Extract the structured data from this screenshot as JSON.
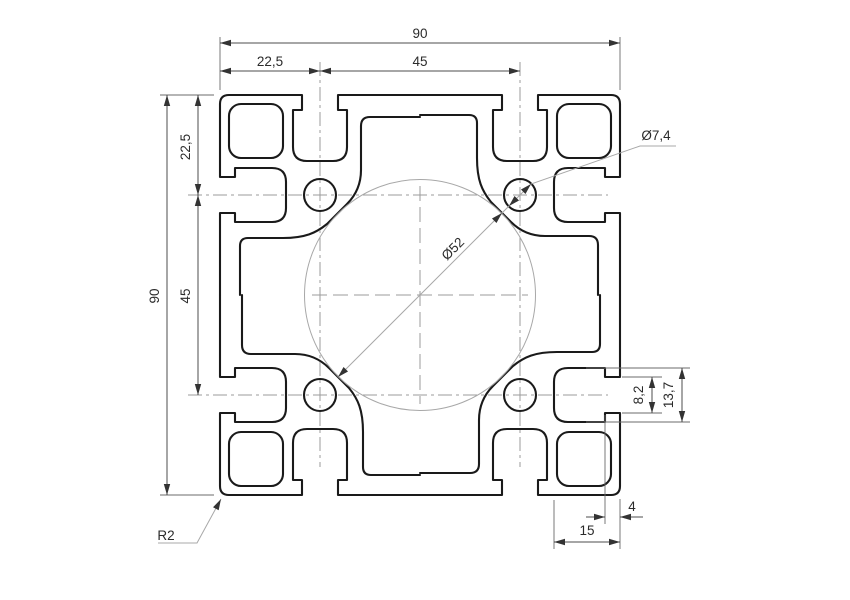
{
  "drawing": {
    "type": "technical-cross-section",
    "subject": "aluminium extrusion profile 90x90 with T-slots",
    "units_style": "comma-decimal",
    "dims": {
      "overall_width": "90",
      "overall_height": "90",
      "slot_offset_top": "22,5",
      "slot_spacing_top": "45",
      "slot_offset_left": "22,5",
      "slot_spacing_left": "45",
      "hole_diameter": "Ø7,4",
      "core_diameter": "Ø52",
      "slot_opening": "8,2",
      "slot_pocket_width": "13,7",
      "wall_thickness": "4",
      "slot_depth": "15",
      "corner_radius": "R2"
    },
    "colors": {
      "outline": "#1a1a1a",
      "dimension_lines": "#4d4d4d",
      "center_lines": "#9b9b9b",
      "reference_circle": "#a8a8a8",
      "text": "#2b2b2b",
      "background": "#ffffff"
    }
  }
}
